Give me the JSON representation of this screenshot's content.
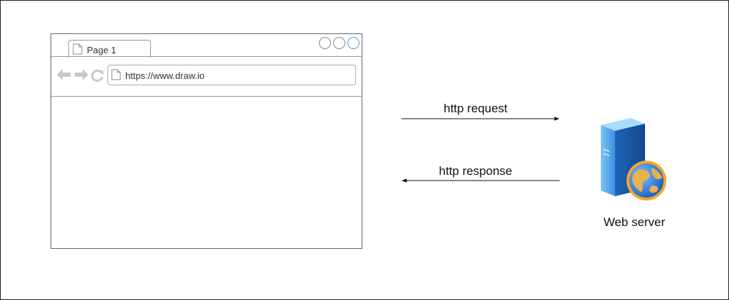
{
  "browser": {
    "tab_label": "Page 1",
    "url": "https://www.draw.io"
  },
  "arrows": {
    "request_label": "http request",
    "response_label": "http response"
  },
  "server": {
    "label": "Web server"
  },
  "icons": [
    "document-icon",
    "back-arrow-icon",
    "forward-arrow-icon",
    "reload-icon",
    "server-icon",
    "globe-icon"
  ],
  "colors": {
    "window_button_accent": "#3fa4c8",
    "server_blue": "#3a8fe0",
    "globe_orange": "#f2a531"
  }
}
